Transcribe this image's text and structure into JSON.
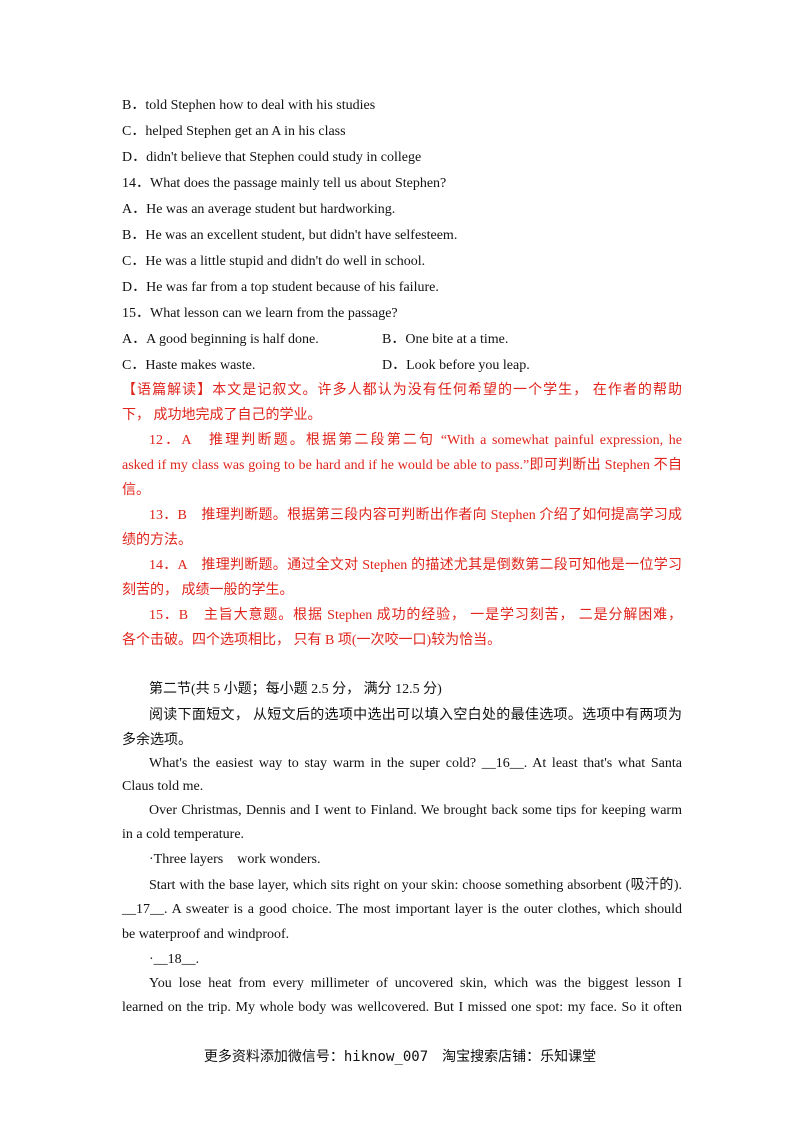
{
  "q13": {
    "b": "B．told Stephen how to deal with his studies",
    "c": "C．helped Stephen get an A in his class",
    "d": "D．didn't believe that Stephen could study in college"
  },
  "q14": {
    "stem": "14．What does the passage mainly tell us about Stephen?",
    "a": "A．He was an average student but hardworking.",
    "b": "B．He was an excellent student, but didn't have selfesteem.",
    "c": "C．He was a little stupid and didn't do well in school.",
    "d": "D．He was far from a top student because of his failure."
  },
  "q15": {
    "stem": "15．What lesson can we learn from the passage?",
    "a": "A．A good beginning is half done.",
    "b": "B．One bite at a time.",
    "c": "C．Haste makes waste.",
    "d": "D．Look before you leap."
  },
  "analysis": {
    "intro_1": "【语篇解读】本文是记叙文。许多人都认为没有任何希望的一个学生， 在作者的帮助",
    "intro_2": "下， 成功地完成了自己的学业。",
    "a12_1": "12．A　推理判断题。根据第二段第二句 “With a somewhat painful expression, he",
    "a12_2": "asked if my class was going to be hard and if he would be able to pass.”即可判断出 Stephen 不自",
    "a12_3": "信。",
    "a13_1": "13．B　推理判断题。根据第三段内容可判断出作者向 Stephen 介绍了如何提高学习成",
    "a13_2": "绩的方法。",
    "a14_1": "14．A　推理判断题。通过全文对 Stephen 的描述尤其是倒数第二段可知他是一位学习",
    "a14_2": "刻苦的， 成绩一般的学生。",
    "a15_1": "15．B　主旨大意题。根据 Stephen 成功的经验， 一是学习刻苦， 二是分解困难，",
    "a15_2": "各个击破。四个选项相比， 只有 B 项(一次咬一口)较为恰当。"
  },
  "section2": {
    "heading": "第二节(共 5 小题；每小题 2.5 分， 满分 12.5 分)",
    "instr_1": "阅读下面短文， 从短文后的选项中选出可以填入空白处的最佳选项。选项中有两项为",
    "instr_2": "多余选项。",
    "p1_1": "What's the easiest way to stay warm in the super cold? __16__. At least that's what Santa",
    "p1_2": "Claus told me.",
    "p2_1": "Over Christmas, Dennis and I went to Finland. We brought back some tips for keeping warm",
    "p2_2": "in a cold temperature.",
    "sub1": "·Three layers　work wonders.",
    "p3_1": "Start with the base layer, which sits right on your skin: choose something absorbent (吸汗的).",
    "p3_2": "__17__. A sweater is a good choice. The most important layer is the outer clothes, which should",
    "p3_3": "be waterproof and windproof.",
    "sub2": "·__18__.",
    "p4_1": "You lose heat from every millimeter of uncovered skin, which was the biggest lesson I",
    "p4_2": "learned on the trip. My whole body was wellcovered. But I missed one spot: my face. So it often"
  },
  "footer": {
    "prefix": "更多资料添加微信号：",
    "wechat": "hiknow_007",
    "suffix": "　淘宝搜索店铺：乐知课堂"
  }
}
